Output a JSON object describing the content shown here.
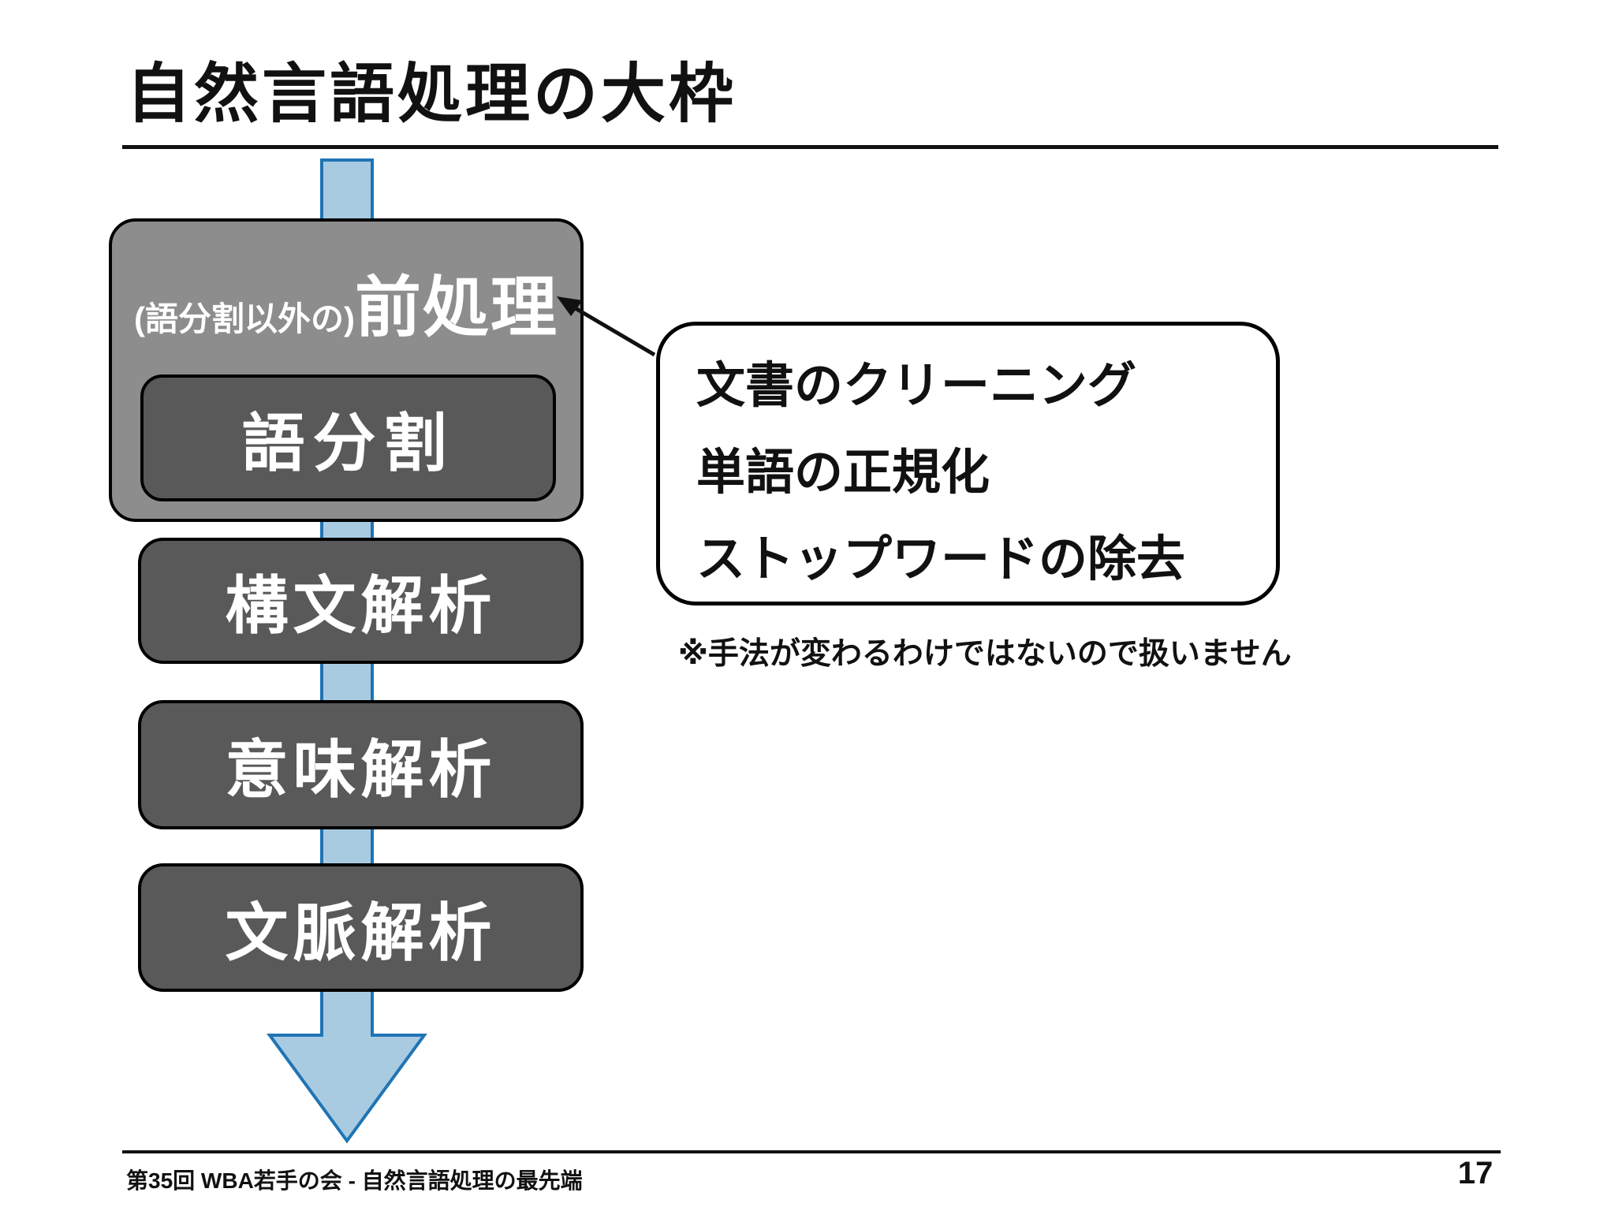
{
  "slide": {
    "title": "自然言語処理の大枠",
    "footer_text": "第35回 WBA若手の会 - 自然言語処理の最先端",
    "page_number": "17"
  },
  "flowchart": {
    "preprocess": {
      "prefix": "(語分割以外の)",
      "title": "前処理",
      "inner_box": "語分割"
    },
    "steps": [
      "構文解析",
      "意味解析",
      "文脈解析"
    ],
    "flow_icon": "down-arrow"
  },
  "callout": {
    "lines": [
      "文書のクリーニング",
      "単語の正規化",
      "ストップワードの除去"
    ],
    "pointer_icon": "arrow-pointing-to-preprocess-box"
  },
  "note": "※手法が変わるわけではないので扱いません",
  "colors": {
    "outer_box_fill": "#8d8d8d",
    "step_box_fill": "#595959",
    "arrow_fill": "#a9cbe2",
    "arrow_stroke": "#1f74b4",
    "ink": "#111111",
    "box_text": "#ffffff"
  }
}
